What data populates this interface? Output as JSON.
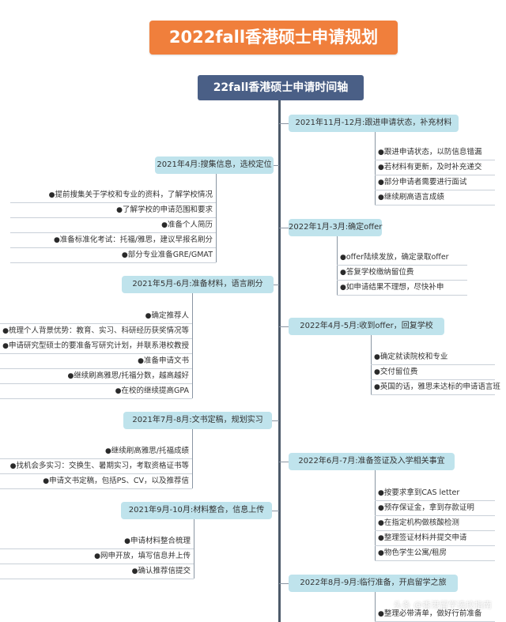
{
  "title": "2022fall香港硕士申请规划",
  "root": "22fall香港硕士申请时间轴",
  "left_branches": [
    {
      "label": "2021年4月:搜集信息，选校定位",
      "items": [
        "提前搜集关于学校和专业的资料，了解学校情况",
        "了解学校的申请范围和要求",
        "准备个人简历",
        "准备标准化考试：托福/雅思，建议早报名刷分",
        "部分专业准备GRE/GMAT"
      ]
    },
    {
      "label": "2021年5月-6月:准备材料，语言刷分",
      "items": [
        "确定推荐人",
        "梳理个人背景优势：教育、实习、科研经历获奖情况等",
        "申请研究型硕士的要准备写研究计划，并联系港校教授",
        "准备申请文书",
        "继续刷高雅思/托福分数，越高越好",
        "在校的继续提高GPA"
      ]
    },
    {
      "label": "2021年7月-8月:文书定稿，规划实习",
      "items": [
        "继续刷高雅思/托福成绩",
        "找机会多实习：交换生、暑期实习，考取资格证书等",
        "申请文书定稿，包括PS、CV，以及推荐信"
      ]
    },
    {
      "label": "2021年9月-10月:材料整合，信息上传",
      "items": [
        "申请材料整合梳理",
        "网申开放，填写信息并上传",
        "确认推荐信提交"
      ]
    }
  ],
  "right_branches": [
    {
      "label": "2021年11月-12月:跟进申请状态，补充材料",
      "items": [
        "跟进申请状态，以防信息错漏",
        "若材料有更新，及时补充递交",
        "部分申请者需要进行面试",
        "继续刷高语言成绩"
      ]
    },
    {
      "label": "2022年1月-3月:确定offer",
      "items": [
        "offer陆续发放，确定录取offer",
        "答复学校缴纳留位费",
        "如申请结果不理想，尽快补申"
      ]
    },
    {
      "label": "2022年4月-5月:收到offer，回复学校",
      "items": [
        "确定就读院校和专业",
        "交付留位费",
        "英国的话，雅思未达标的申请语言班"
      ]
    },
    {
      "label": "2022年6月-7月:准备签证及入学相关事宜",
      "items": [
        "按要求拿到CAS letter",
        "预存保证金，拿到存款证明",
        "在指定机构做核酸检测",
        "整理签证材料并提交申请",
        "物色学生公寓/租房"
      ]
    },
    {
      "label": "2022年8月-9月:临行准备，开启留学之旅",
      "items": [
        "整理必带清单，做好行前准备"
      ]
    }
  ],
  "watermark": "头条 @香港留学选校指南"
}
